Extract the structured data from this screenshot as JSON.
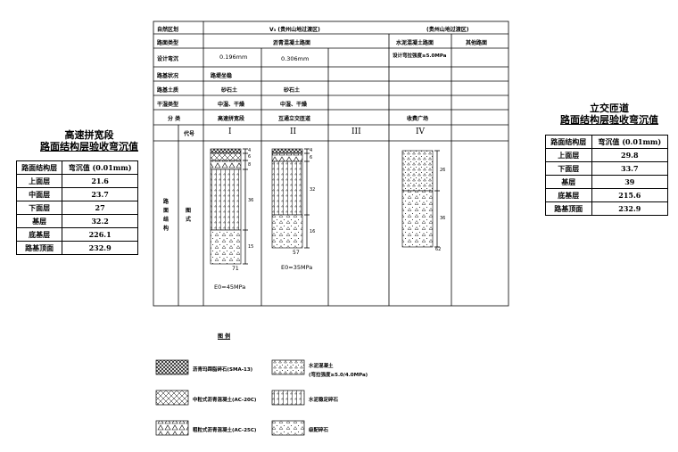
{
  "left": {
    "title1": "高速拼宽段",
    "title2": "路面结构层验收弯沉值",
    "header": [
      "路面结构层",
      "弯沉值 (0.01mm)"
    ],
    "rows": [
      [
        "上面层",
        "21.6"
      ],
      [
        "中面层",
        "23.7"
      ],
      [
        "下面层",
        "27"
      ],
      [
        "基层",
        "32.2"
      ],
      [
        "底基层",
        "226.1"
      ],
      [
        "路基顶面",
        "232.9"
      ]
    ]
  },
  "right": {
    "title1": "立交匝道",
    "title2": "路面结构层验收弯沉值",
    "header": [
      "路面结构层",
      "弯沉值 (0.01mm)"
    ],
    "rows": [
      [
        "上面层",
        "29.8"
      ],
      [
        "下面层",
        "33.7"
      ],
      [
        "基层",
        "39"
      ],
      [
        "底基层",
        "215.6"
      ],
      [
        "路基顶面",
        "232.9"
      ]
    ]
  },
  "main": {
    "row_labels": [
      "自然区划",
      "路面类型",
      "设计弯沉",
      "路基状况",
      "路基土质",
      "干湿类型",
      "分 类"
    ],
    "zone": "V₃ (贵州山地过渡区)",
    "zone_right": "(贵州山地过渡区)",
    "pave_type": "沥青混凝土路面",
    "pave_type_2": "水泥混凝土路面",
    "pave_type_3": "其他路面",
    "deflection_1": "0.196mm",
    "deflection_2": "0.306mm",
    "flex_strength": "设计弯拉强度≥5.0MPa",
    "roadbed_state": "路堤坐稳",
    "soil_1": "砂石土",
    "soil_2": "砂石土",
    "wet_1": "中湿、干燥",
    "wet_2": "中湿、干燥",
    "class_1": "高速拼宽段",
    "class_2": "互通立交匝道",
    "class_4": "收费广场",
    "code_label": "代号",
    "codes": [
      "I",
      "II",
      "III",
      "IV"
    ],
    "side_label": "路面结构",
    "diagram_label": "图式",
    "col1_dims": [
      "4",
      "6",
      "8",
      "36",
      "15"
    ],
    "col1_total": "71",
    "col1_e0": "E0=45MPa",
    "col2_dims": [
      "4",
      "6",
      "32",
      "16"
    ],
    "col2_total": "57",
    "col2_e0": "E0=35MPa",
    "col4_dims": [
      "26",
      "36"
    ],
    "col4_total": "62"
  },
  "legend": {
    "title": "图 例",
    "items": [
      "沥青玛蹄脂碎石(SMA-13)",
      "中粒式沥青混凝土(AC-20C)",
      "粗粒式沥青混凝土(AC-25C)",
      "水泥混凝土",
      "(弯拉强度≥5.0/4.0MPa)",
      "水泥稳定碎石",
      "级配碎石"
    ]
  }
}
